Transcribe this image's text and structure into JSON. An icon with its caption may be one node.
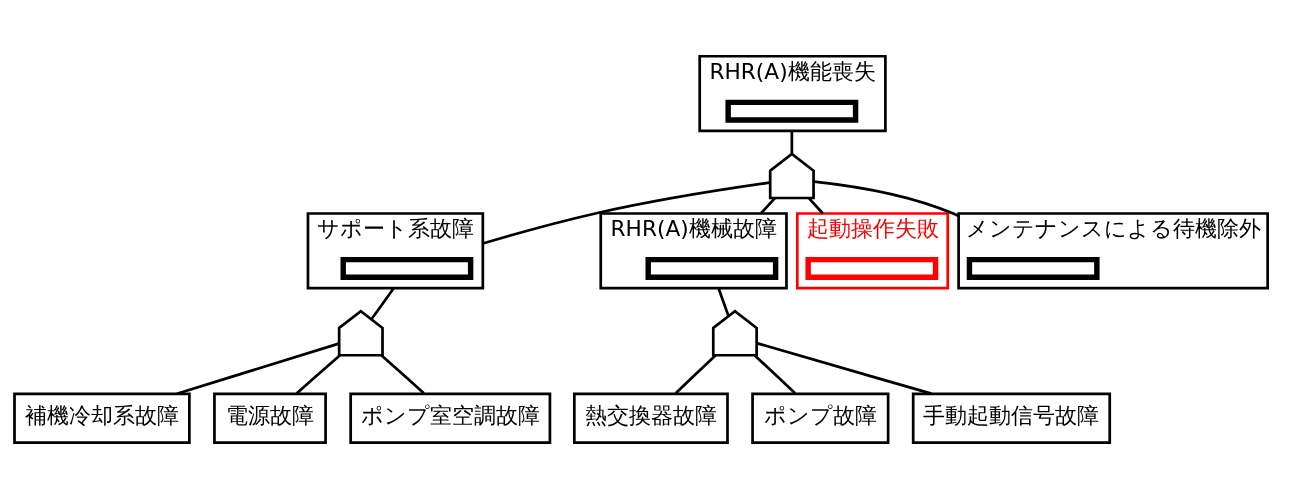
{
  "diagram": {
    "nodes": [
      {
        "text": [
          "RHR(A)機能喪失"
        ]
      },
      {
        "text": [],
        "shape": "box",
        "in": 0
      },
      {
        "text": [],
        "shape": "gate"
      },
      {
        "text": [
          "サポート系故障"
        ]
      },
      {
        "text": [],
        "shape": "box",
        "in": 3
      },
      {
        "text": [
          "RHR(A)機械故障"
        ]
      },
      {
        "text": [],
        "shape": "box",
        "in": 5
      },
      {
        "text": [
          "起動操作失敗"
        ]
      },
      {
        "text": [],
        "shape": "box",
        "in": 7
      },
      {
        "text": [
          "メンテナンスによる待機除外"
        ]
      },
      {
        "text": [],
        "shape": "box",
        "in": 9
      },
      {
        "text": [],
        "shape": "gate"
      },
      {
        "text": [],
        "shape": "gate"
      },
      {
        "text": [
          "補機冷却系故障"
        ]
      },
      {
        "text": [
          "電源故障"
        ]
      },
      {
        "text": [
          "ポンプ室空調故障"
        ]
      },
      {
        "text": [
          "熱交換器故障"
        ]
      },
      {
        "text": [
          "ポンプ故障"
        ]
      },
      {
        "text": [
          "手動起動信号故障"
        ]
      }
    ],
    "edges": [
      {
        "from": 1,
        "to": 2,
        "arrow": "none"
      },
      {
        "from": 2,
        "to": 4,
        "arrow": "none"
      },
      {
        "from": 2,
        "to": 6,
        "arrow": "none"
      },
      {
        "from": 2,
        "to": 8,
        "arrow": "none"
      },
      {
        "from": 2,
        "to": 10,
        "arrow": "none"
      },
      {
        "from": 4,
        "to": 11,
        "arrow": "none"
      },
      {
        "from": 6,
        "to": 12,
        "arrow": "none"
      },
      {
        "from": 11,
        "to": 13,
        "arrow": "none"
      },
      {
        "from": 11,
        "to": 14,
        "arrow": "none"
      },
      {
        "from": 11,
        "to": 15,
        "arrow": "none"
      },
      {
        "from": 12,
        "to": 16,
        "arrow": "none"
      },
      {
        "from": 12,
        "to": 17,
        "arrow": "none"
      },
      {
        "from": 12,
        "to": 18,
        "arrow": "none"
      }
    ]
  }
}
